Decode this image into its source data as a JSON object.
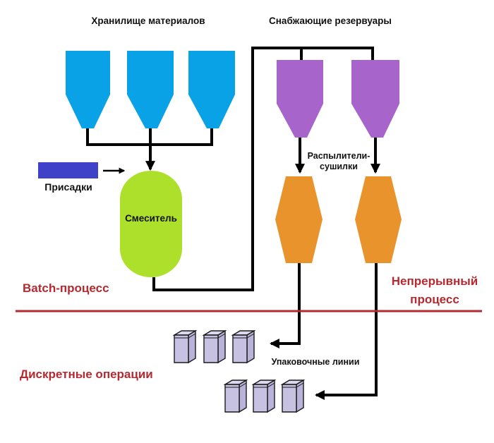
{
  "diagram": {
    "titles": {
      "materials_storage": "Хранилище материалов",
      "supply_tanks": "Снабжающие резервуары"
    },
    "nodes": {
      "additives": "Присадки",
      "mixer": "Смеситель",
      "spray_dryers_line1": "Распылители-",
      "spray_dryers_line2": "сушилки",
      "packaging_lines": "Упаковочные линии"
    },
    "sections": {
      "batch": "Batch-процесс",
      "continuous_line1": "Непрерывный",
      "continuous_line2": "процесс",
      "discrete": "Дискретные операции"
    },
    "colors": {
      "storage_hopper": "#09a2e6",
      "supply_tank": "#a765cb",
      "mixer_vessel": "#ade02a",
      "additives_block": "#3f42c9",
      "spray_dryer": "#e8932c",
      "package_front": "#c7c2e2",
      "package_side": "#b9b3d9",
      "package_top": "#dcd8ee",
      "section_divider_red": "#b52a30",
      "flow_line_black": "#000000"
    }
  }
}
